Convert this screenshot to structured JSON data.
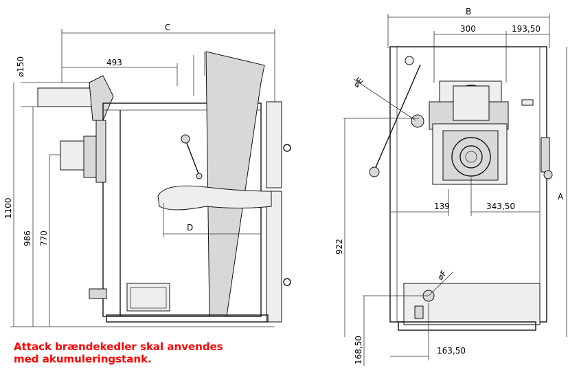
{
  "side_view": {
    "dimensions": {
      "C": "C",
      "d150": "⌀150",
      "d493": "493",
      "d1100": "1100",
      "d986": "986",
      "d770": "770",
      "D": "D"
    }
  },
  "front_view": {
    "dimensions": {
      "B": "B",
      "d300": "300",
      "d193_50": "193,50",
      "E": "⌀E",
      "A": "A",
      "d139": "139",
      "d343_50": "343,50",
      "d922": "922",
      "F": "⌀F",
      "d168_50": "168,50",
      "d163_50": "163,50"
    }
  },
  "note": {
    "line1": "Attack brændekedler skal anvendes",
    "line2": "med akumuleringstank."
  },
  "colors": {
    "note": "#ff0000",
    "lines": "#111111"
  }
}
